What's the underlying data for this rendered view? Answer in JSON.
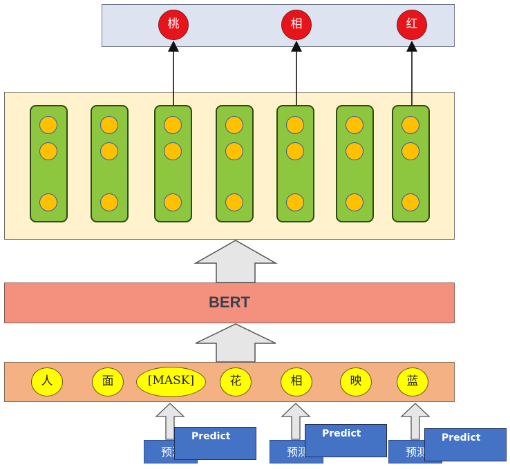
{
  "outputs": [
    "桃",
    "相",
    "红"
  ],
  "model": {
    "label": "BERT"
  },
  "inputs": [
    "人",
    "面",
    "[MASK]",
    "花",
    "相",
    "映",
    "蓝"
  ],
  "predict_labels": [
    "预测",
    "预测",
    "预测"
  ],
  "overlay_texts": [
    "Predict",
    "Predict",
    "Predict"
  ],
  "colors": {
    "output_panel": "#dde3f0",
    "hidden_panel": "#fff2cc",
    "bert": "#f4907e",
    "input_panel": "#f4b183",
    "output_node": "#e8141c",
    "vector": "#8dc63f",
    "vector_dot": "#ffc000",
    "token": "#ffff00",
    "label_box": "#4472c4"
  }
}
